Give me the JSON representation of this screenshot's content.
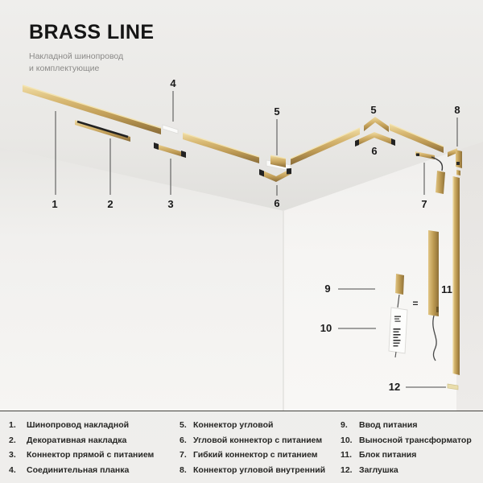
{
  "header": {
    "title": "BRASS LINE",
    "subtitle_line1": "Накладной шинопровод",
    "subtitle_line2": "и комплектующие"
  },
  "scene": {
    "callouts": [
      "1",
      "2",
      "3",
      "4",
      "5",
      "5",
      "6",
      "6",
      "7",
      "8",
      "9",
      "10",
      "11",
      "12"
    ],
    "equals_sign": "=",
    "colors": {
      "brass": "#c19e58",
      "brass_light": "#f0dda6",
      "brass_dark": "#8a6c38",
      "detail_black": "#232323",
      "plate_white": "#fbfbfa"
    }
  },
  "legend": {
    "items": [
      {
        "num": "1.",
        "label": "Шинопровод накладной"
      },
      {
        "num": "2.",
        "label": "Декоративная накладка"
      },
      {
        "num": "3.",
        "label": "Коннектор прямой с питанием"
      },
      {
        "num": "4.",
        "label": "Соединительная планка"
      },
      {
        "num": "5.",
        "label": "Коннектор угловой"
      },
      {
        "num": "6.",
        "label": "Угловой коннектор с питанием"
      },
      {
        "num": "7.",
        "label": "Гибкий коннектор с питанием"
      },
      {
        "num": "8.",
        "label": "Коннектор угловой внутренний"
      },
      {
        "num": "9.",
        "label": "Ввод питания"
      },
      {
        "num": "10.",
        "label": "Выносной трансформатор"
      },
      {
        "num": "11.",
        "label": "Блок питания"
      },
      {
        "num": "12.",
        "label": "Заглушка"
      }
    ]
  }
}
